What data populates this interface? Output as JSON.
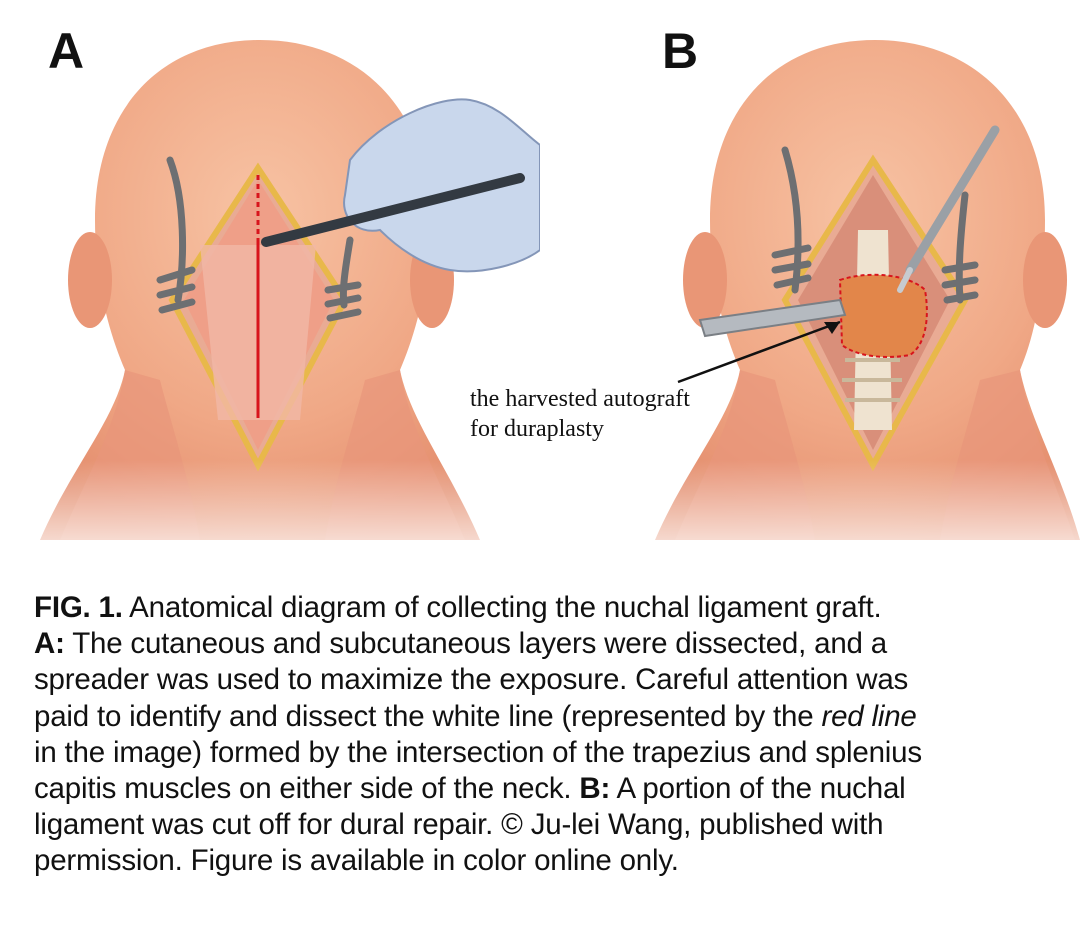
{
  "figure": {
    "panels": [
      {
        "letter": "A"
      },
      {
        "letter": "B"
      }
    ],
    "callout": {
      "line1": "the harvested autograft",
      "line2": "for duraplasty"
    },
    "caption": {
      "lines": [
        [
          {
            "b": "FIG. 1."
          },
          {
            "t": " Anatomical diagram of collecting the nuchal ligament graft."
          }
        ],
        [
          {
            "b": "A:"
          },
          {
            "t": " The cutaneous and subcutaneous layers were dissected, and a"
          }
        ],
        [
          {
            "t": "spreader was used to maximize the exposure. Careful attention was"
          }
        ],
        [
          {
            "t": "paid to identify and dissect the white line (represented by the "
          },
          {
            "i": "red line"
          }
        ],
        [
          {
            "t": "in the image) formed by the intersection of the trapezius and splenius"
          }
        ],
        [
          {
            "t": "capitis muscles on either side of the neck. "
          },
          {
            "b": "B:"
          },
          {
            "t": " A portion of the nuchal"
          }
        ],
        [
          {
            "t": "ligament was cut off for dural repair. © Ju-lei Wang, published with"
          }
        ],
        [
          {
            "t": "permission. Figure is available in color online only."
          }
        ]
      ]
    },
    "colors": {
      "skin": "#f2b08f",
      "skin_dark": "#e0866a",
      "muscle": "#e79f86",
      "incision_edge": "#e8b84a",
      "red_line": "#d8141c",
      "glove": "#c9d7ec",
      "instrument": "#333a42"
    }
  }
}
